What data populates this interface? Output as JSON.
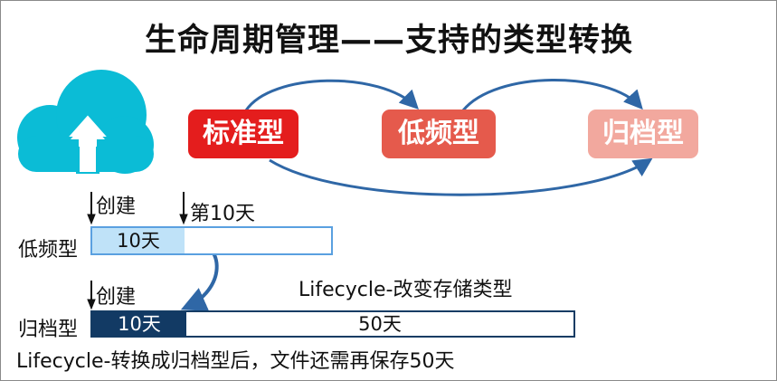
{
  "title": "生命周期管理——支持的类型转换",
  "types": {
    "standard": "标准型",
    "infrequent": "低频型",
    "archive": "归档型"
  },
  "timeline_ia": {
    "row_label": "低频型",
    "create_label": "创建",
    "day_label": "第10天",
    "filled_segment": "10天"
  },
  "timeline_archive": {
    "row_label": "归档型",
    "create_label": "创建",
    "change_label": "Lifecycle-改变存储类型",
    "filled_segment": "10天",
    "remaining_segment": "50天"
  },
  "note": "Lifecycle-转换成归档型后，文件还需再保存50天",
  "colors": {
    "standard": "#e41d1d",
    "infrequent": "#e55a4c",
    "archive": "#f2a89e",
    "arrow": "#2f67a6",
    "cloud": "#0bbcd6"
  },
  "icons": [
    "cloud-upload-icon"
  ]
}
